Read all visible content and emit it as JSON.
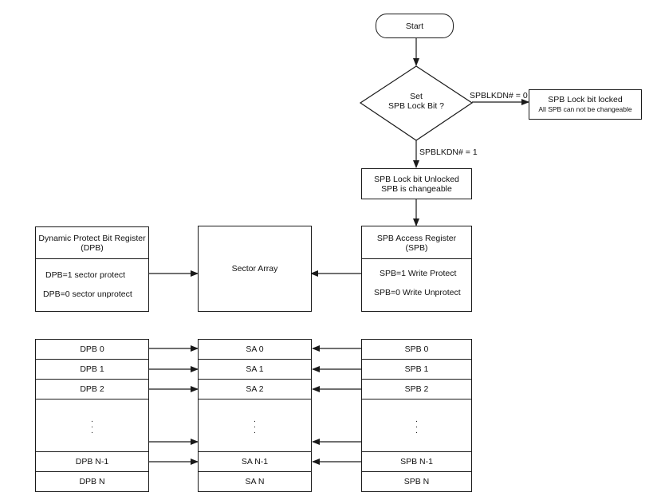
{
  "flow": {
    "start": "Start",
    "decision_line1": "Set",
    "decision_line2": "SPB Lock Bit ?",
    "branch_zero": "SPBLKDN# = 0",
    "branch_one": "SPBLKDN# = 1",
    "locked_line1": "SPB Lock bit locked",
    "locked_line2": "All SPB can not be changeable",
    "unlocked_line1": "SPB Lock bit Unlocked",
    "unlocked_line2": "SPB is changeable"
  },
  "dpb_register": {
    "title_line1": "Dynamic Protect Bit Register",
    "title_line2": "(DPB)",
    "item1": "DPB=1 sector protect",
    "item2": "DPB=0 sector unprotect"
  },
  "sector_array": {
    "label": "Sector Array"
  },
  "spb_register": {
    "title_line1": "SPB Access Register",
    "title_line2": "(SPB)",
    "item1": "SPB=1 Write Protect",
    "item2": "SPB=0 Write Unprotect"
  },
  "tables": {
    "dpb": [
      "DPB 0",
      "DPB 1",
      "DPB 2",
      "DPB N-1",
      "DPB N"
    ],
    "sa": [
      "SA 0",
      "SA 1",
      "SA 2",
      "SA N-1",
      "SA N"
    ],
    "spb": [
      "SPB 0",
      "SPB 1",
      "SPB 2",
      "SPB N-1",
      "SPB N"
    ]
  }
}
